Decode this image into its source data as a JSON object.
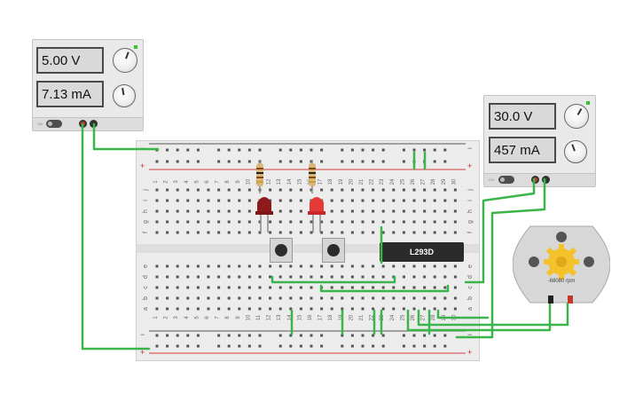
{
  "psu_left": {
    "voltage_display": "5.00 V",
    "current_display": "7.13 mA",
    "on_label": "ON"
  },
  "psu_right": {
    "voltage_display": "30.0 V",
    "current_display": "457 mA",
    "on_label": "ON"
  },
  "chip": {
    "label": "L293D"
  },
  "motor": {
    "rpm_label": "-68080 rpm"
  },
  "breadboard": {
    "columns_top": [
      "1",
      "2",
      "3",
      "4",
      "5",
      "6",
      "7",
      "8",
      "9",
      "10",
      "11",
      "12",
      "13",
      "14",
      "15",
      "16",
      "17",
      "18",
      "19",
      "20",
      "21",
      "22",
      "23",
      "24",
      "25",
      "26",
      "27",
      "28",
      "29",
      "30"
    ],
    "rows_top": [
      "j",
      "i",
      "h",
      "g",
      "f"
    ],
    "rows_bottom": [
      "e",
      "d",
      "c",
      "b",
      "a"
    ],
    "rail_minus": "−",
    "rail_plus": "+"
  },
  "colors": {
    "wire": "#3bb54a",
    "rail_red": "#d33b3b",
    "led_red": "#c62828",
    "chip": "#2b2b2b"
  }
}
